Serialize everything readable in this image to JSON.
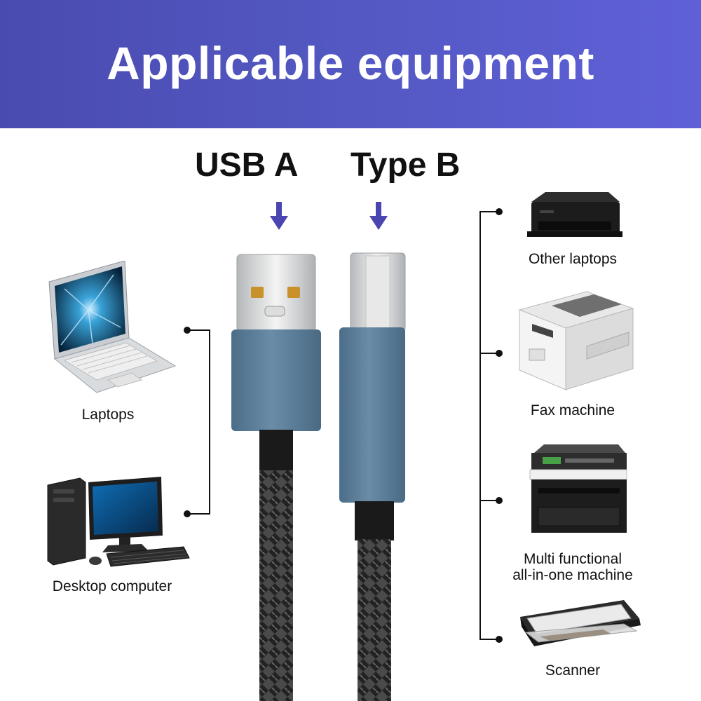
{
  "banner": {
    "title": "Applicable equipment",
    "color_left": "#4a4bb0",
    "color_right": "#5f60d8"
  },
  "connectors": {
    "usb_a_label": "USB A",
    "type_b_label": "Type B",
    "arrow_color": "#4a45b0"
  },
  "left_devices": [
    {
      "label": "Laptops",
      "icon": "laptop-icon"
    },
    {
      "label": "Desktop computer",
      "icon": "desktop-computer-icon"
    }
  ],
  "right_devices": [
    {
      "label": "Other laptops",
      "icon": "photo-printer-icon"
    },
    {
      "label": "Fax machine",
      "icon": "laser-printer-icon"
    },
    {
      "label": "Multi functional\nall-in-one machine",
      "icon": "multifunction-printer-icon"
    },
    {
      "label": "Scanner",
      "icon": "flatbed-scanner-icon"
    }
  ],
  "cable": {
    "housing_color": "#5b7d98",
    "braid_color": "#2a2a2a"
  }
}
